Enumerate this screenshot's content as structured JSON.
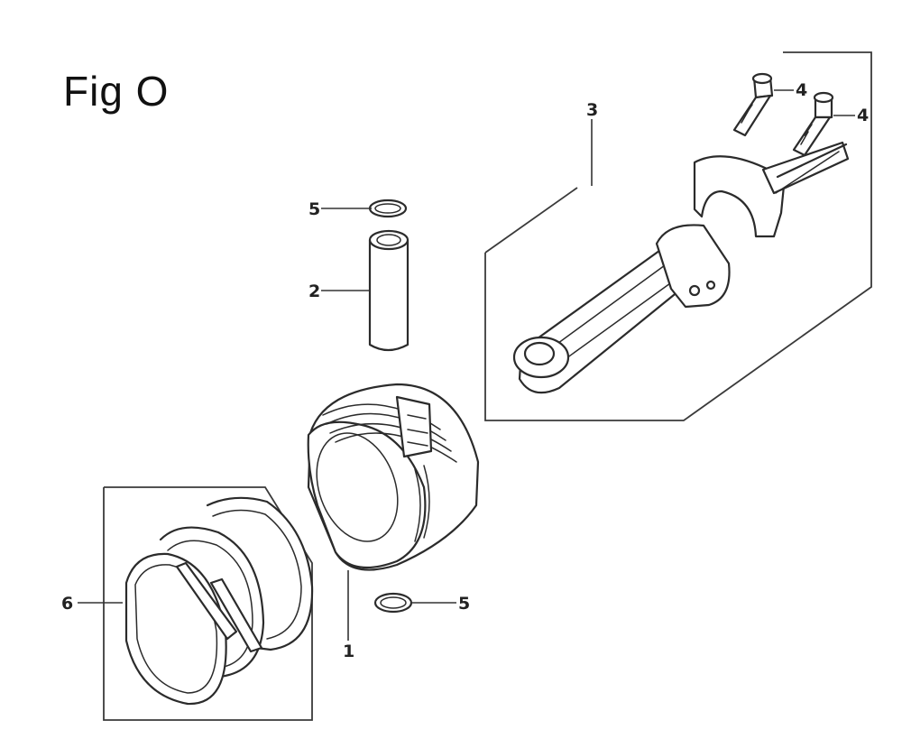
{
  "figure": {
    "title": "Fig O"
  },
  "callouts": {
    "piston": "1",
    "piston_pin": "2",
    "connecting_rod": "3",
    "rod_bolt_a": "4",
    "rod_bolt_b": "4",
    "pin_clip_top": "5",
    "pin_clip_bottom": "5",
    "piston_rings": "6"
  }
}
